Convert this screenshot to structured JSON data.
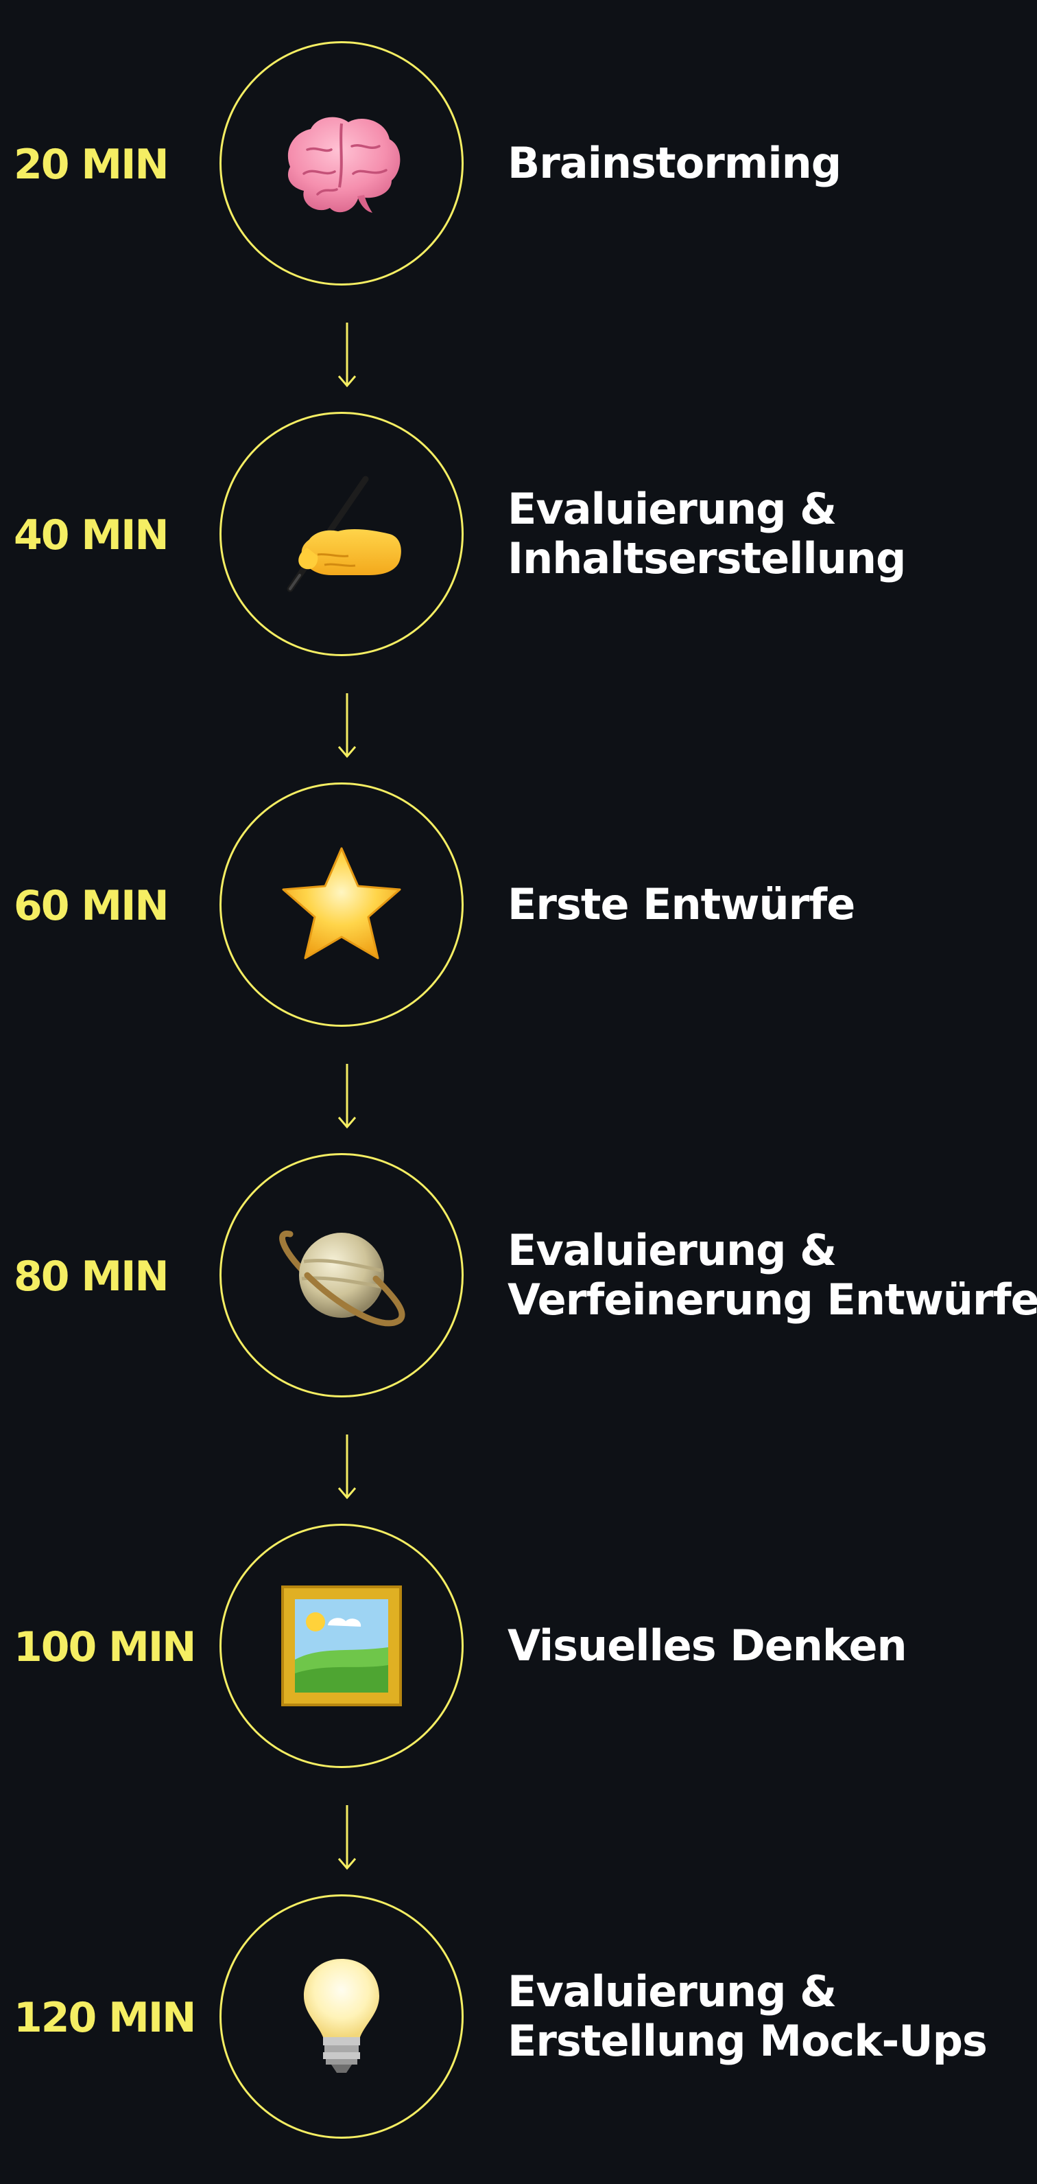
{
  "accent_color": "#f5ee63",
  "background_color": "#0e1116",
  "steps": [
    {
      "time": "20 MIN",
      "icon": "brain-icon",
      "lines": [
        "Brainstorming"
      ]
    },
    {
      "time": "40 MIN",
      "icon": "writing-hand-icon",
      "lines": [
        "Evaluierung &",
        "Inhaltserstellung"
      ]
    },
    {
      "time": "60 MIN",
      "icon": "star-icon",
      "lines": [
        "Erste Entwürfe"
      ]
    },
    {
      "time": "80 MIN",
      "icon": "ringed-planet-icon",
      "lines": [
        "Evaluierung &",
        "Verfeinerung Entwürfe"
      ]
    },
    {
      "time": "100 MIN",
      "icon": "framed-picture-icon",
      "lines": [
        "Visuelles Denken"
      ]
    },
    {
      "time": "120 MIN",
      "icon": "light-bulb-icon",
      "lines": [
        "Evaluierung &",
        "Erstellung Mock-Ups"
      ]
    }
  ]
}
